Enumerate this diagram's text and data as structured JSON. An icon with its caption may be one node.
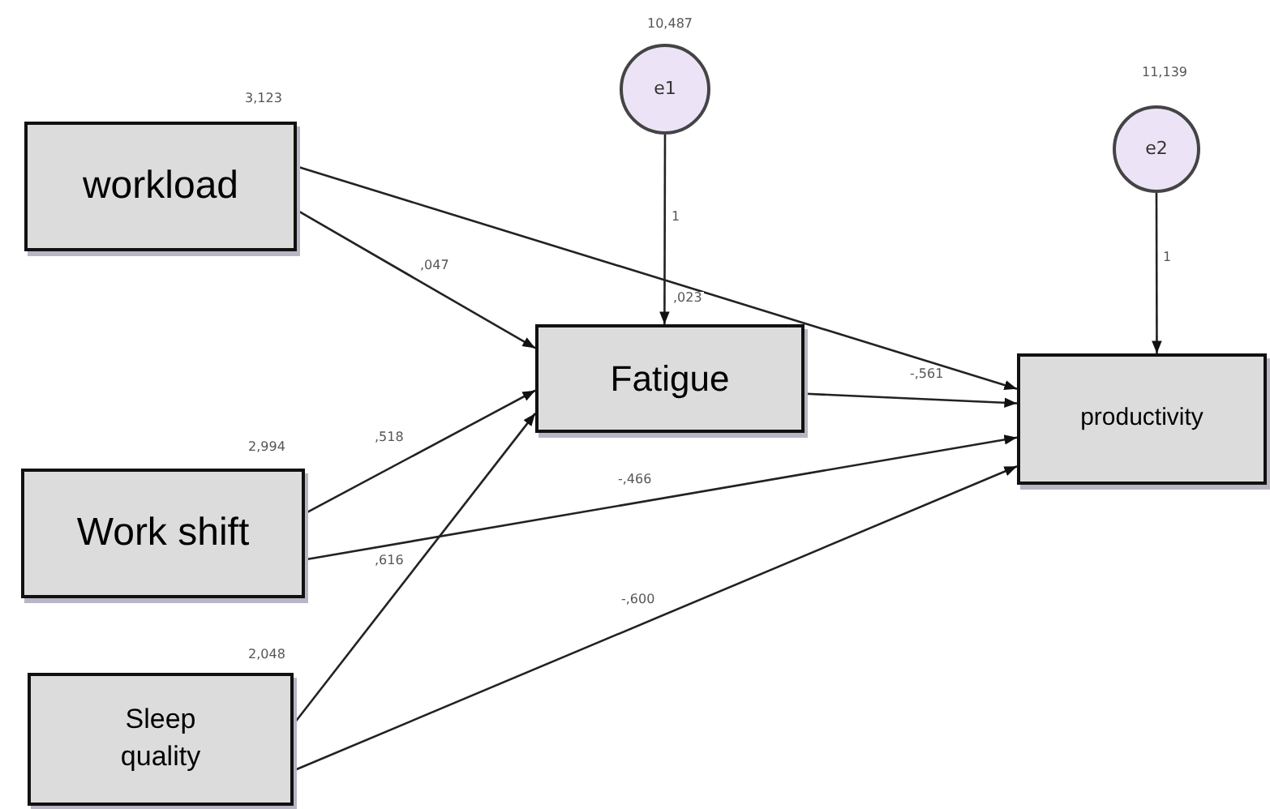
{
  "diagram": {
    "nodes": [
      {
        "text": [
          "workload"
        ],
        "beside": [
          "3,123"
        ]
      },
      {
        "text": [
          "Work shift"
        ],
        "beside": [
          "2,994"
        ]
      },
      {
        "text": [
          "Sleep quality"
        ],
        "beside": [
          "2,048"
        ]
      },
      {
        "text": [
          "e1"
        ],
        "beside": [
          "10,487"
        ]
      },
      {
        "text": [
          "Fatigue"
        ],
        "beside": [
          ",023"
        ]
      },
      {
        "text": [
          "e2"
        ],
        "beside": [
          "11,139"
        ]
      },
      {
        "text": [
          "productivity"
        ]
      }
    ],
    "edges": [
      {
        "from": 3,
        "to": 4,
        "arrow": "to",
        "label": "1"
      },
      {
        "from": 0,
        "to": 4,
        "arrow": "to",
        "label": ",047"
      },
      {
        "from": 0,
        "to": 6,
        "arrow": "to"
      },
      {
        "from": 5,
        "to": 6,
        "arrow": "to",
        "label": "1"
      },
      {
        "from": 4,
        "to": 6,
        "arrow": "to",
        "label": "-,561"
      },
      {
        "from": 1,
        "to": 4,
        "arrow": "to",
        "label": ",518"
      },
      {
        "from": 1,
        "to": 6,
        "arrow": "to",
        "label": "-,466"
      },
      {
        "from": 2,
        "to": 4,
        "arrow": "to",
        "label": ",616"
      },
      {
        "from": 2,
        "to": 6,
        "arrow": "to",
        "label": "-,600"
      }
    ]
  }
}
